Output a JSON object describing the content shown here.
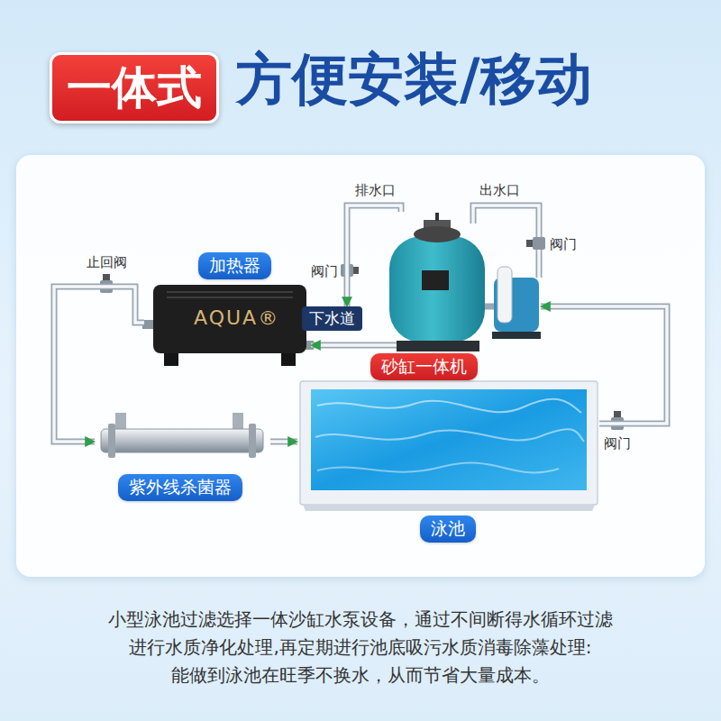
{
  "diagram": {
    "title": "方便安装/移动",
    "caption": "小型泳池过滤选择一体沙缸水泵设备，通过不间断得水循环过滤 进行水质净化处理,再定期进行池底吸污水质消毒除藻处理: 能做到泳池在旺季不换水，从而节省大量成本。",
    "nodes": [
      {
        "text": [
          "一体式"
        ]
      },
      {
        "text": [
          "加热器"
        ]
      },
      {
        "text": [
          "下水道"
        ]
      },
      {
        "text": [
          "砂缸一体机"
        ]
      },
      {
        "text": [
          "紫外线杀菌器"
        ]
      },
      {
        "text": [
          "泳池"
        ]
      }
    ],
    "edges": [
      {
        "from": 5,
        "to": 3,
        "arrow": "to"
      },
      {
        "from": 3,
        "to": 1,
        "arrow": "to"
      },
      {
        "from": 1,
        "to": 4,
        "arrow": "to"
      },
      {
        "from": 4,
        "to": 5,
        "arrow": "to"
      },
      {
        "from": 3,
        "to": 2,
        "arrow": "to"
      }
    ],
    "labels": [
      "止回阀",
      "排水口",
      "出水口",
      "阀门",
      "阀门",
      "阀门",
      "AQUA®"
    ]
  }
}
